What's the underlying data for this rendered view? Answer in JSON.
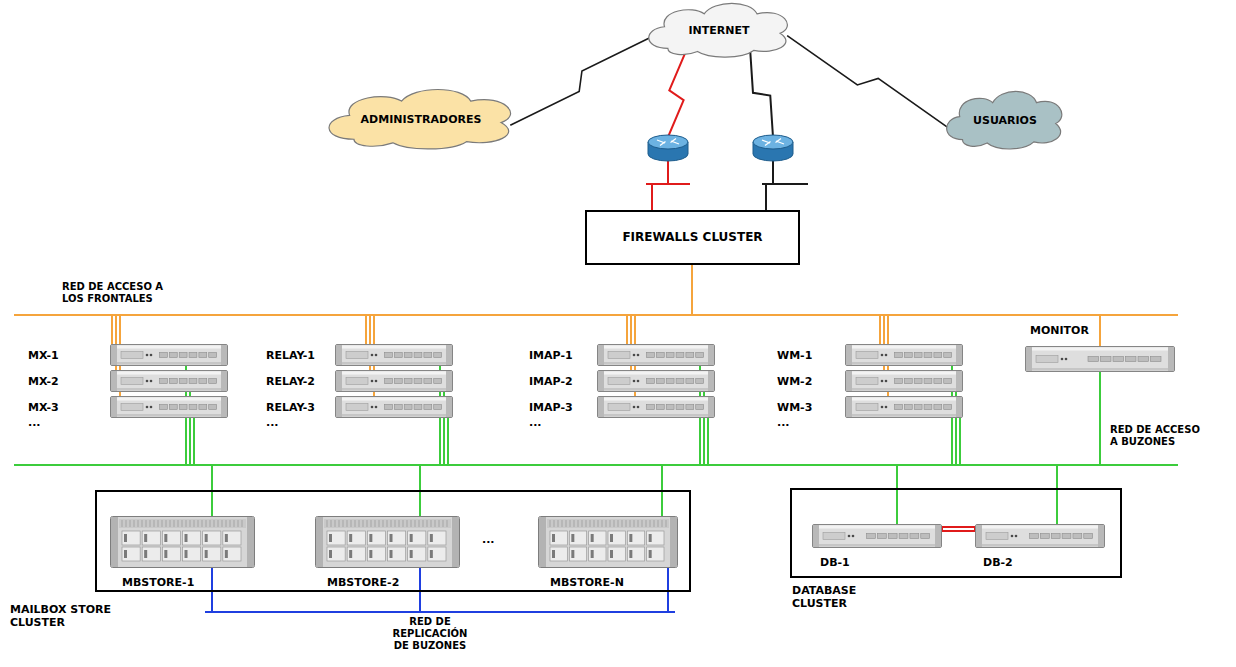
{
  "diagram": {
    "nodes": [
      {
        "text": [
          "INTERNET"
        ]
      },
      {
        "text": [
          "ADMINISTRADORES"
        ]
      },
      {
        "text": [
          "USUARIOS"
        ]
      },
      {
        "text": [
          "FIREWALLS CLUSTER"
        ]
      },
      {
        "text": [
          "MX-1"
        ]
      },
      {
        "text": [
          "RELAY-1"
        ]
      },
      {
        "text": [
          "IMAP-1"
        ]
      },
      {
        "text": [
          "WM-1"
        ]
      },
      {
        "text": [
          "MONITOR"
        ]
      },
      {
        "text": [
          "MX-2"
        ]
      },
      {
        "text": [
          "RELAY-2"
        ]
      },
      {
        "text": [
          "IMAP-2"
        ]
      },
      {
        "text": [
          "WM-2"
        ]
      },
      {
        "text": [
          "MX-3"
        ]
      },
      {
        "text": [
          "RELAY-3"
        ]
      },
      {
        "text": [
          "IMAP-3"
        ]
      },
      {
        "text": [
          "WM-3"
        ]
      },
      {
        "text": [
          "MAILBOX STORE CLUSTER"
        ]
      },
      {
        "text": [
          "MBSTORE-1"
        ],
        "in": 17
      },
      {
        "text": [
          "MBSTORE-2"
        ],
        "in": 17
      },
      {
        "text": [
          "MBSTORE-N"
        ],
        "in": 17
      },
      {
        "text": [
          "DATABASE CLUSTER"
        ]
      },
      {
        "text": [
          "DB-1"
        ],
        "in": 21
      },
      {
        "text": [
          "DB-2"
        ],
        "in": 21
      }
    ],
    "edges": [
      {
        "from": 0,
        "to": 1,
        "arrow": "none"
      },
      {
        "from": 0,
        "to": 2,
        "arrow": "none"
      },
      {
        "from": 0,
        "to": 3,
        "arrow": "none"
      },
      {
        "from": 0,
        "to": 3,
        "arrow": "none"
      },
      {
        "from": 22,
        "to": 23,
        "arrow": "none"
      }
    ],
    "labels": [
      "RED DE ACCESO A LOS FRONTALES",
      "...",
      "...",
      "...",
      "...",
      "RED DE ACCESO A BUZONES",
      "...",
      "RED DE REPLICACIÓN DE BUZONES"
    ]
  }
}
